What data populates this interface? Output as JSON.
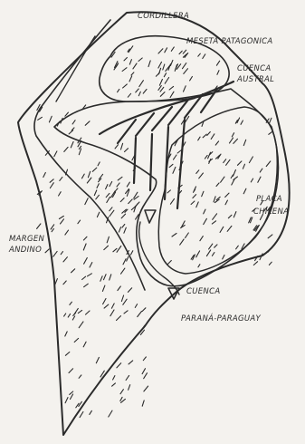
{
  "sketch": {
    "labels": {
      "cordillera": "CORDILLERA",
      "meseta_patagonica": "MESETA PATAGONICA",
      "cuenca_austral": "CUENCA AUSTRAL",
      "placa_chilena": "PLACA CHILENA",
      "margen_andino_1": "MARGEN",
      "margen_andino_2": "ANDINO",
      "cuenca_parana_1": "CUENCA",
      "cuenca_parana_2": "PARANÁ-PARAGUAY"
    }
  }
}
